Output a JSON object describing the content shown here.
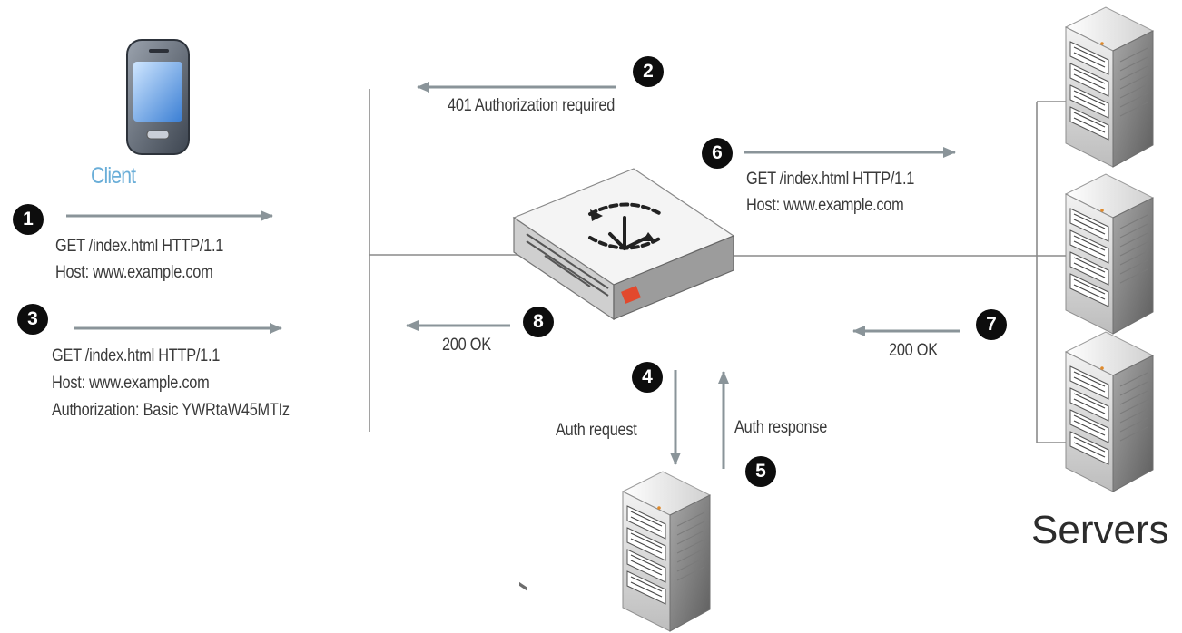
{
  "client_label": "Client",
  "servers_label": "Servers",
  "steps": {
    "s1": {
      "num": "1",
      "line1": "GET /index.html HTTP/1.1",
      "line2": "Host: www.example.com"
    },
    "s2": {
      "num": "2",
      "line1": "401 Authorization required"
    },
    "s3": {
      "num": "3",
      "line1": "GET /index.html HTTP/1.1",
      "line2": "Host: www.example.com",
      "line3": "Authorization: Basic YWRtaW45MTIz"
    },
    "s4": {
      "num": "4",
      "line1": "Auth request"
    },
    "s5": {
      "num": "5",
      "line1": "Auth response"
    },
    "s6": {
      "num": "6",
      "line1": "GET /index.html HTTP/1.1",
      "line2": "Host: www.example.com"
    },
    "s7": {
      "num": "7",
      "line1": "200 OK"
    },
    "s8": {
      "num": "8",
      "line1": "200 OK"
    }
  },
  "colors": {
    "arrow": "#8a9499",
    "line": "#8a8a8a",
    "badge": "#0d0d0d",
    "client_text": "#6aaed8",
    "brand_badge": "#e2492d"
  },
  "icons": [
    "phone-icon",
    "switch-icon",
    "server-icon"
  ]
}
